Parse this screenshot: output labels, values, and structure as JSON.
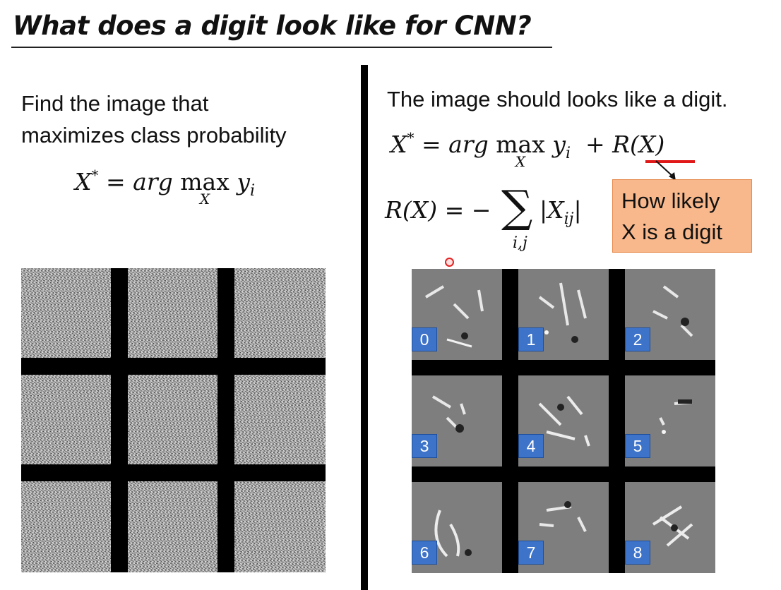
{
  "slide": {
    "title": "What does a digit look like for CNN?"
  },
  "left": {
    "text_lines": [
      "Find the image that",
      "maximizes class probability"
    ],
    "formula": {
      "lhs": "X",
      "star": "*",
      "eq": "=",
      "arg": "arg",
      "max": "max",
      "max_sub": "X",
      "y": "y",
      "y_sub": "i"
    },
    "tiles": 9
  },
  "right": {
    "text": "The image should looks like a digit.",
    "formula1": {
      "lhs": "X",
      "star": "*",
      "eq": "=",
      "arg": "arg",
      "max": "max",
      "max_sub": "X",
      "y": "y",
      "y_sub": "i",
      "plus": "+",
      "reg": "R(X)"
    },
    "formula2": {
      "lhs": "R(X)",
      "eq": "= −",
      "sum": "∑",
      "sum_sub": "i,j",
      "abs_open": "|",
      "x": "X",
      "x_sub": "ij",
      "abs_close": "|"
    },
    "note_lines": [
      "How likely",
      "X is a digit"
    ],
    "note_color": "#f8b88c",
    "underline_color": "#e01818",
    "digit_labels": [
      "0",
      "1",
      "2",
      "3",
      "4",
      "5",
      "6",
      "7",
      "8"
    ],
    "label_color": "#3d73c9"
  }
}
